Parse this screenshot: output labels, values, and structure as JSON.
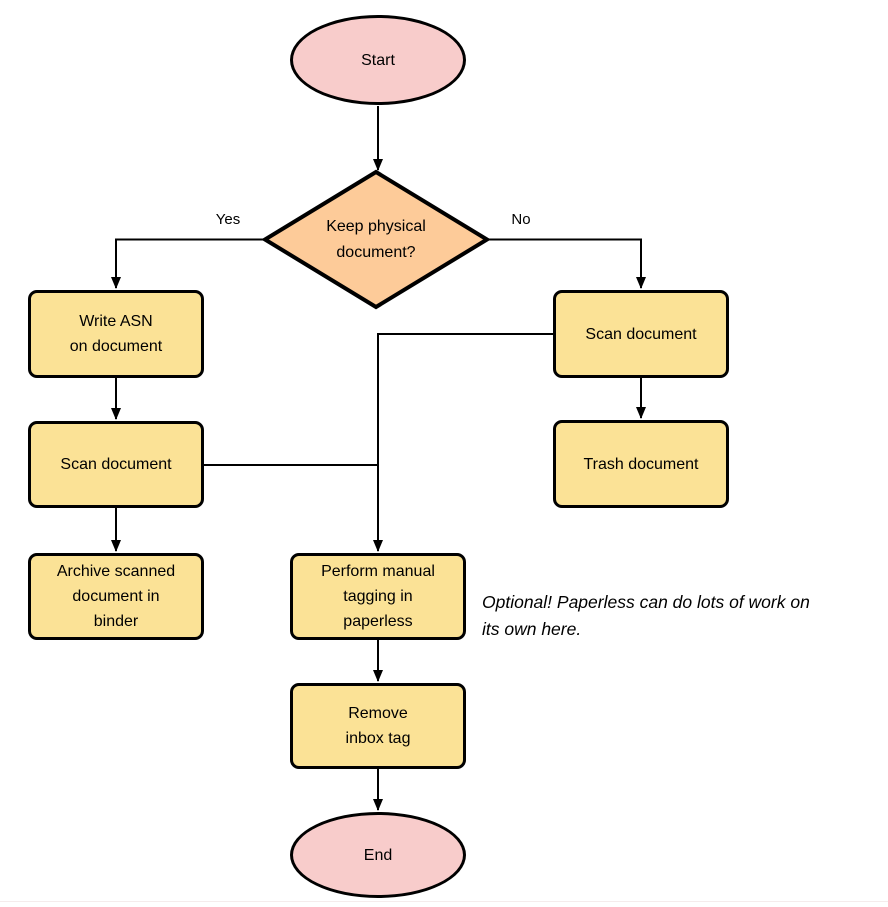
{
  "diagram": {
    "colors": {
      "terminator_fill": "#F8CCCB",
      "decision_fill": "#FDCB99",
      "process_fill": "#FBE296",
      "stroke": "#000000"
    },
    "nodes": {
      "start": "Start",
      "decision": "Keep physical\ndocument?",
      "write_asn": "Write ASN\non document",
      "scan_left": "Scan document",
      "archive": "Archive scanned\ndocument in\nbinder",
      "scan_right": "Scan document",
      "trash": "Trash document",
      "tagging": "Perform manual\ntagging in\npaperless",
      "remove_inbox": "Remove\ninbox tag",
      "end": "End"
    },
    "edge_labels": {
      "yes": "Yes",
      "no": "No"
    },
    "note": "Optional! Paperless can do lots of work on\nits own here."
  }
}
